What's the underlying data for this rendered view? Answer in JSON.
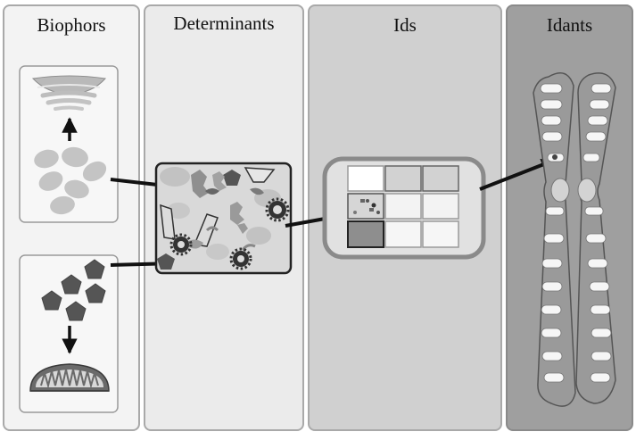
{
  "columns": [
    {
      "title": "Biophors",
      "color": "#f3f3f3"
    },
    {
      "title": "Determinants",
      "color": "#ebebeb"
    },
    {
      "title": "Ids",
      "color": "#d0d0d0"
    },
    {
      "title": "Idants",
      "color": "#9f9f9f"
    }
  ],
  "colors": {
    "border": "#a9a9a9",
    "arrow": "#111111",
    "blob": "#c4c4c4",
    "pentagon": "#555555",
    "grid_dark": "#8e8e8e",
    "chromatid": "#9a9a9a"
  },
  "icons": [
    "golgi-icon",
    "mitochondrion-icon",
    "pentagon-icon",
    "gear-icon",
    "chromosome-icon"
  ]
}
